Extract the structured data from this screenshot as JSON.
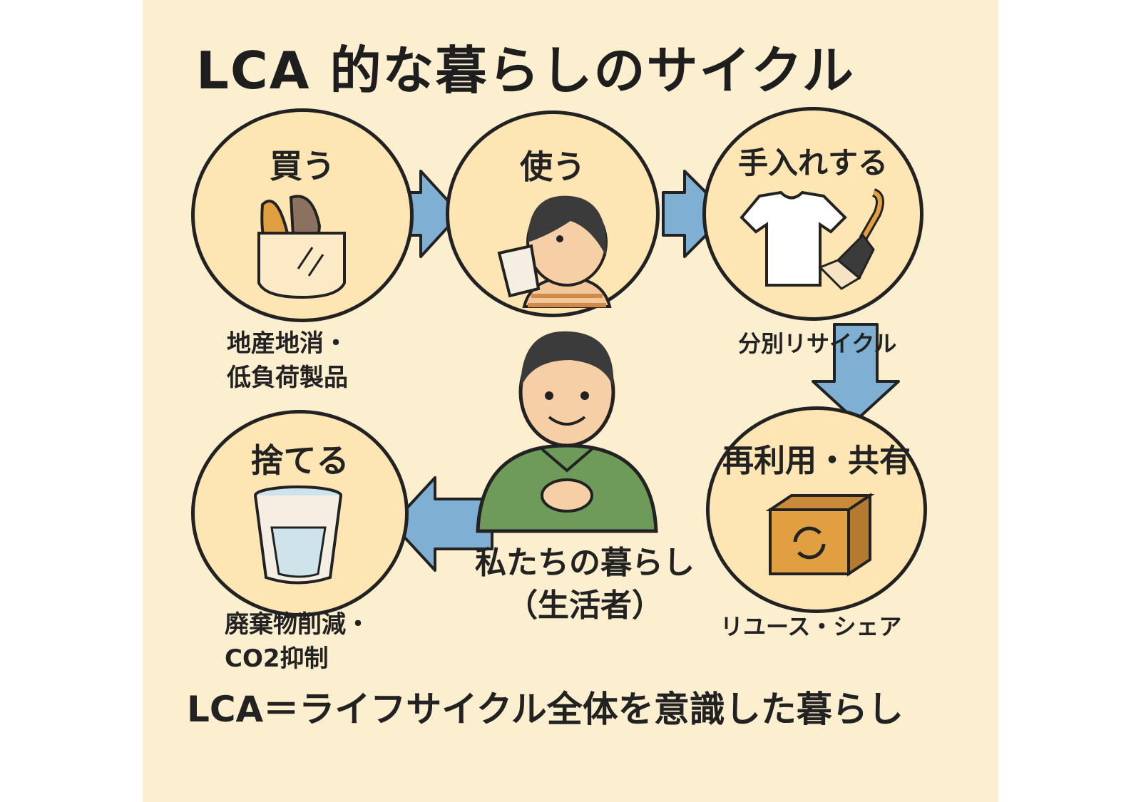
{
  "title": {
    "prefix": "LCA",
    "main": "的な暮らしのサイクル"
  },
  "stages": [
    {
      "label": "買う",
      "icon": "shopping-bag-icon"
    },
    {
      "label": "使う",
      "icon": "person-drinking-icon"
    },
    {
      "label": "手入れする",
      "icon": "tshirt-brush-icon"
    },
    {
      "label": "再利用・共有",
      "icon": "recycle-box-icon"
    },
    {
      "label": "捨てる",
      "icon": "trash-cup-icon"
    }
  ],
  "notes": {
    "buy_line1": "地産地消・",
    "buy_line2": "低負荷製品",
    "recycle": "分別リサイクル",
    "reuse": "リユース・シェア",
    "discard_line1": "廃棄物削減・",
    "discard_line2": "CO2抑制"
  },
  "center": {
    "line1": "私たちの暮らし",
    "line2": "（生活者）"
  },
  "footer": "LCA＝ライフサイクル全体を意識した暮らし",
  "colors": {
    "background": "#fcefcf",
    "circle": "#fde6b4",
    "arrow": "#7fb0d4",
    "shirt_green": "#6e9a5a"
  }
}
